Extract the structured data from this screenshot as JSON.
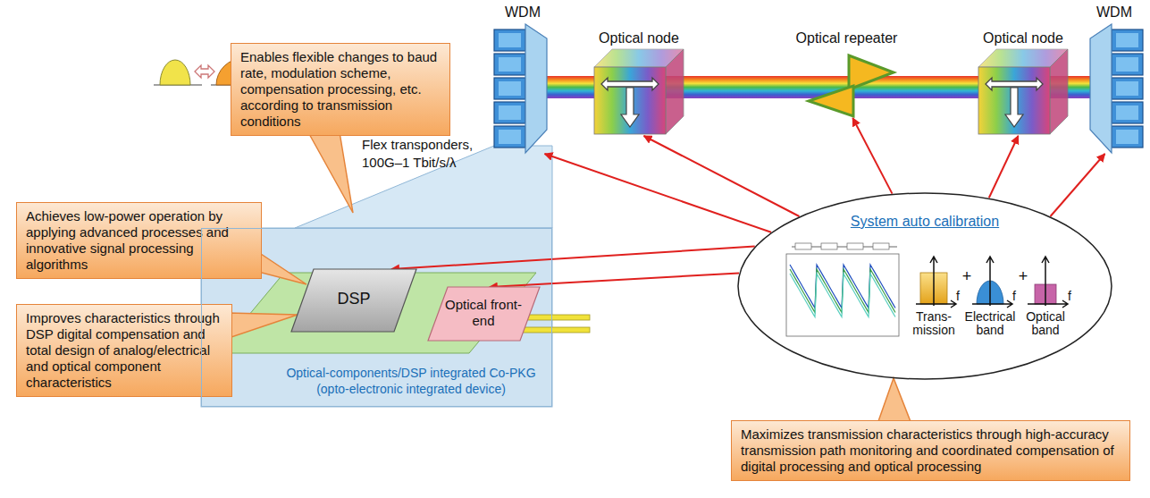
{
  "diagram": {
    "nodes": [
      {
        "text": [
          "WDM"
        ]
      },
      {
        "text": [
          "Optical node"
        ]
      },
      {
        "text": [
          "Optical repeater"
        ]
      },
      {
        "text": [
          "Optical node"
        ]
      },
      {
        "text": [
          "WDM"
        ]
      },
      {
        "text": [
          "Enables flexible changes to baud rate, modulation scheme, compensation processing, etc. according to transmission conditions"
        ]
      },
      {
        "text": [
          "Achieves low-power operation by applying advanced processes and innovative signal processing algorithms"
        ]
      },
      {
        "text": [
          "Improves characteristics through DSP digital compensation and total design of analog/electrical and optical component characteristics"
        ]
      },
      {
        "text": [
          "Optical-components/DSP integrated Co-PKG (opto-electronic integrated device)"
        ]
      },
      {
        "text": [
          "DSP"
        ],
        "in": 8
      },
      {
        "text": [
          "Optical front-end"
        ],
        "in": 8
      },
      {
        "text": [
          "System auto calibration"
        ]
      },
      {
        "text": [
          "Maximizes transmission characteristics through high-accuracy transmission path monitoring and coordinated compensation of digital processing and optical processing"
        ]
      }
    ],
    "edges": [
      {
        "from": 0,
        "to": 1,
        "arrow": "none"
      },
      {
        "from": 1,
        "to": 2,
        "arrow": "none"
      },
      {
        "from": 2,
        "to": 3,
        "arrow": "none"
      },
      {
        "from": 3,
        "to": 4,
        "arrow": "none"
      },
      {
        "from": 11,
        "to": 9,
        "arrow": "to"
      },
      {
        "from": 11,
        "to": 10,
        "arrow": "to"
      },
      {
        "from": 11,
        "to": 0,
        "arrow": "to"
      },
      {
        "from": 11,
        "to": 1,
        "arrow": "to"
      },
      {
        "from": 11,
        "to": 2,
        "arrow": "to"
      },
      {
        "from": 11,
        "to": 3,
        "arrow": "to"
      },
      {
        "from": 11,
        "to": 4,
        "arrow": "to"
      }
    ],
    "labels": [
      "Flex transponders, 100G–1 Tbit/s/λ",
      "+",
      "+",
      "f",
      "f",
      "f",
      "Trans- mission",
      "Electrical band",
      "Optical band"
    ]
  }
}
